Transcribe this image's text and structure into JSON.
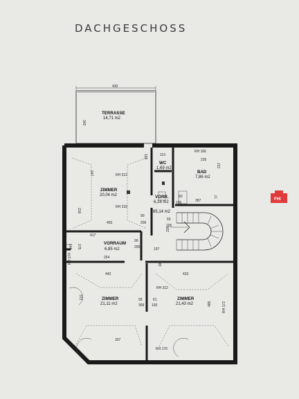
{
  "plan": {
    "title": "DACHGESCHOSS",
    "rooms": [
      {
        "key": "terrasse",
        "name": "TERRASSE",
        "area": "14,71 m2"
      },
      {
        "key": "zimmer1",
        "name": "ZIMMER",
        "area": "20,04 m2"
      },
      {
        "key": "wc",
        "name": "WC",
        "area": "1,69 m2"
      },
      {
        "key": "bad",
        "name": "BAD",
        "area": "7,86 m2"
      },
      {
        "key": "vorr",
        "name": "VORR.",
        "area": "6,16 m2"
      },
      {
        "key": "stair",
        "name": "",
        "area": "85,14 m2"
      },
      {
        "key": "vorraum",
        "name": "VORRAUM",
        "area": "6,85 m2"
      },
      {
        "key": "zimmer2",
        "name": "ZIMMER",
        "area": "21,11 m2"
      },
      {
        "key": "zimmer3",
        "name": "ZIMMER",
        "area": "21,43 m2"
      }
    ],
    "dimensions": {
      "d430": "430",
      "d342": "342",
      "d119": "119",
      "d192": "192",
      "d312a": "RH 312",
      "d247": "247",
      "d216": "216",
      "d233": "RH 233",
      "d455": "455",
      "d90a": "90",
      "d200a": "200",
      "d166": "RH 166",
      "d235": "235",
      "d217": "217",
      "d287": "287",
      "d77": "77",
      "d60": "60",
      "d195a": "195",
      "d65": "65",
      "d195b": "195",
      "d417": "417",
      "d148": "148",
      "d175": "175",
      "d90b": "90",
      "d200b": "200",
      "d157": "157",
      "d254": "254",
      "d174": "RH 174",
      "d443": "443",
      "d372": "372",
      "d337": "337",
      "d93": "93",
      "d399": "399",
      "d61": "61",
      "d193": "193",
      "d312b": "RH 312",
      "d433": "433",
      "d485": "485",
      "d172": "RH 172",
      "d176": "RH 176",
      "d188": "188",
      "d236": "236"
    }
  },
  "logo": {
    "text": "FHI",
    "color": "#e03a3a"
  },
  "colors": {
    "paper": "#e9e9e6",
    "wall": "#1a1a1a"
  }
}
